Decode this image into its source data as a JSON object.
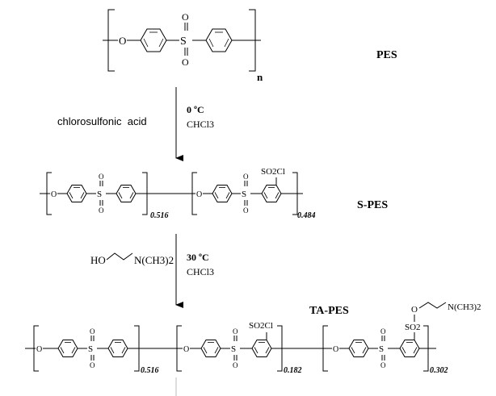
{
  "title": "",
  "compounds": {
    "pes": {
      "label": "PES",
      "repeat_subscript": "n"
    },
    "spes": {
      "label": "S-PES",
      "fraction_unmodified": "0.516",
      "fraction_sulfonyl_chloride": "0.484",
      "substituent": "SO2Cl"
    },
    "tapes": {
      "label": "TA-PES",
      "fraction_unmodified": "0.516",
      "fraction_sulfonyl_chloride": "0.182",
      "fraction_amine_ester": "0.302",
      "substituent_chloride": "SO2Cl",
      "substituent_ester": "SO2",
      "amine_tail": "N(CH3)2"
    }
  },
  "atoms": {
    "ether_oxygen": "O",
    "sulfur": "S",
    "sulfonyl_oxygen": "O"
  },
  "reactions": [
    {
      "id": "step1",
      "reagent": "chlorosulfonic  acid",
      "temperature": "0 ºC",
      "solvent": "CHCl3"
    },
    {
      "id": "step2",
      "reagent_prefix": "HO",
      "reagent_suffix": "N(CH3)2",
      "temperature": "30 ºC",
      "solvent": "CHCl3"
    }
  ]
}
